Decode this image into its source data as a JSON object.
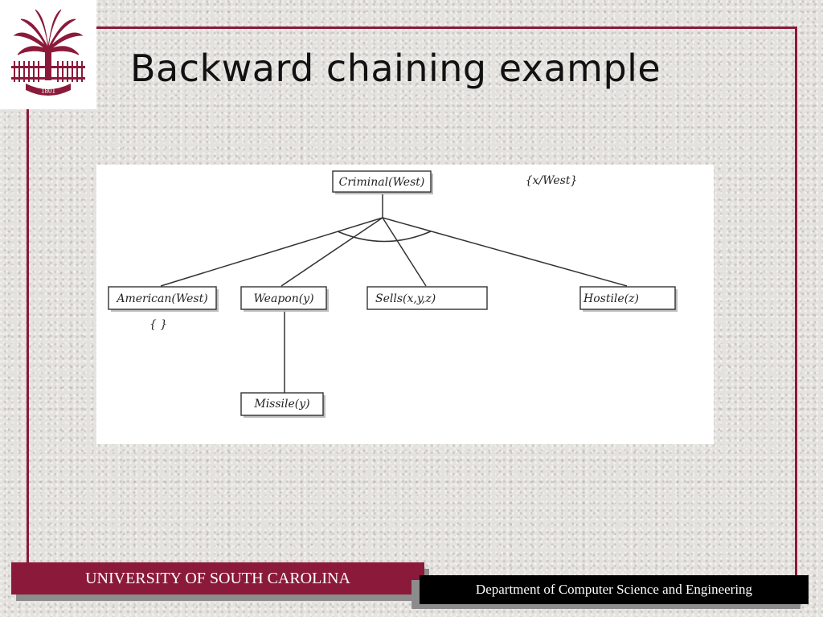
{
  "slide": {
    "title": "Backward chaining example",
    "accent_color": "#8b1a3a"
  },
  "logo": {
    "icon": "palmetto-tree-logo",
    "year": "1801"
  },
  "diagram": {
    "nodes": {
      "root": "Criminal(West)",
      "american": "American(West)",
      "weapon": "Weapon(y)",
      "sells": "Sells(x,y,z)",
      "hostile": "Hostile(z)",
      "missile": "Missile(y)"
    },
    "substitutions": {
      "root": "{x/West}",
      "american": "{ }"
    }
  },
  "footer": {
    "university": "UNIVERSITY OF SOUTH CAROLINA",
    "department": "Department of Computer Science and Engineering"
  }
}
